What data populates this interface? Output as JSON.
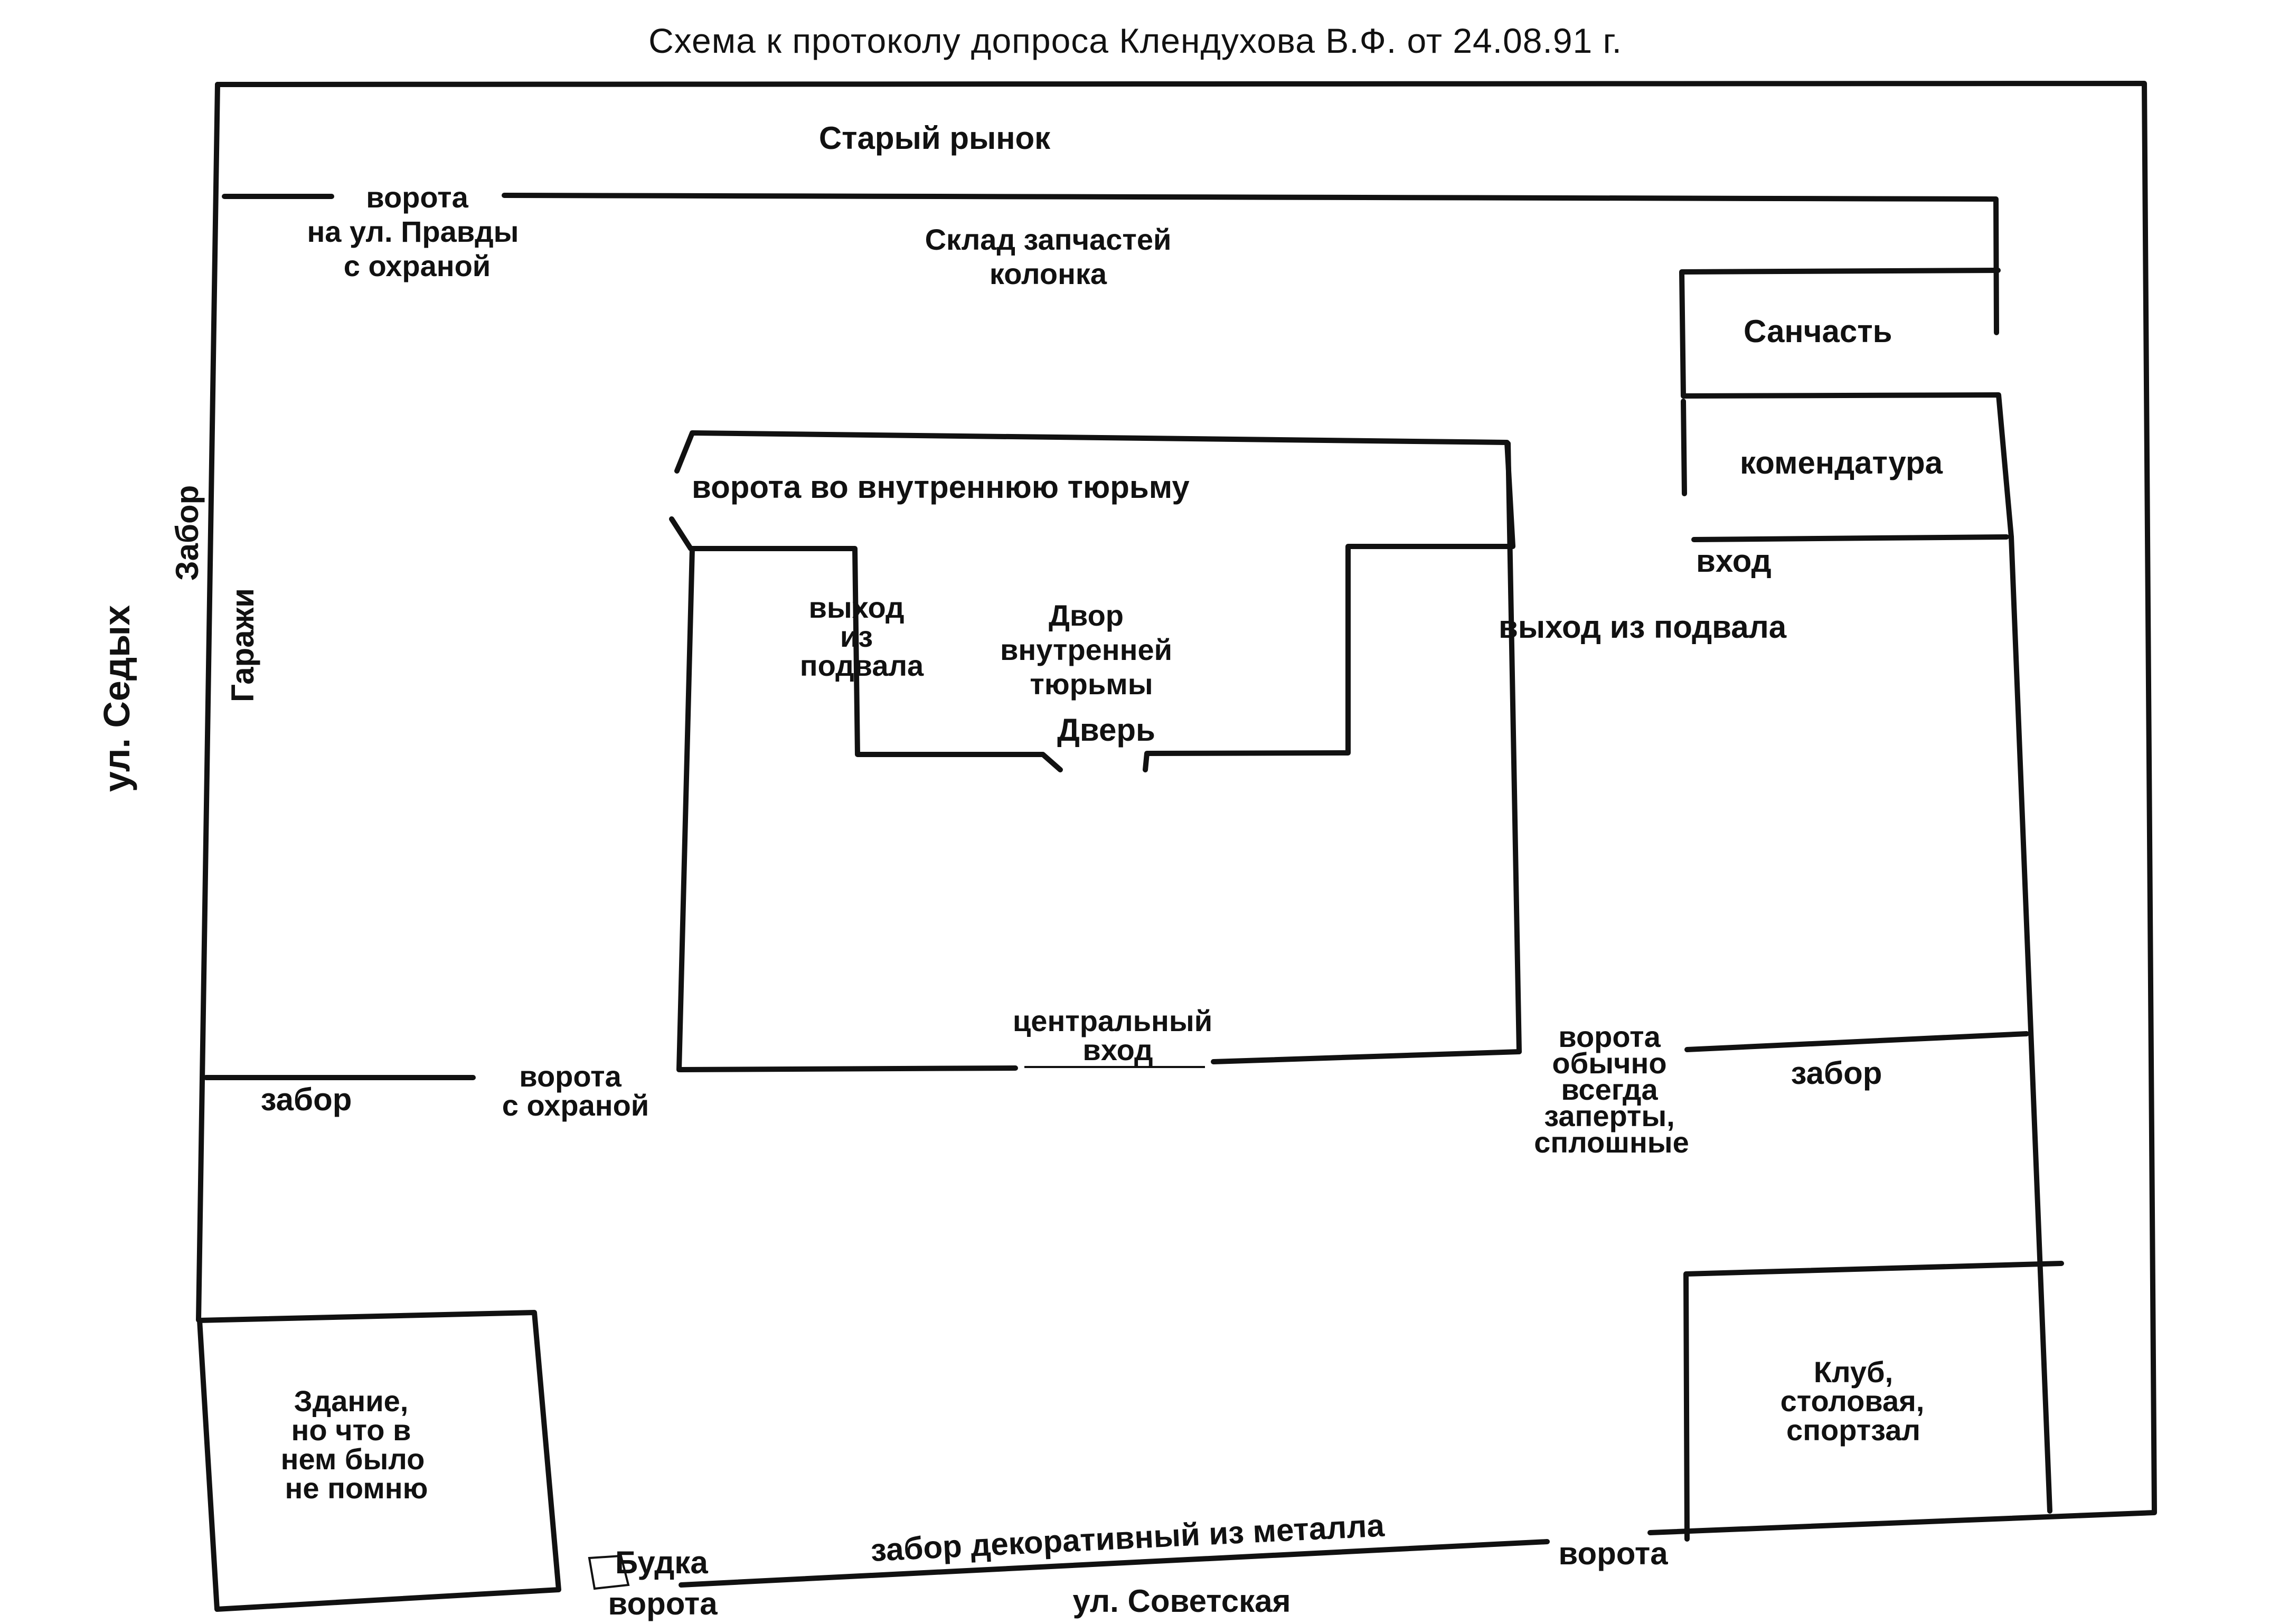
{
  "title": "Схема к протоколу допроса Клендухова В.Ф. от 24.08.91 г.",
  "labels": {
    "old_market": "Старый рынок",
    "gate_pravdy": [
      "ворота",
      "на ул. Правды",
      "с охраной"
    ],
    "warehouse": [
      "Склад запчастей",
      "колонка"
    ],
    "medical_unit": "Санчасть",
    "commandant": "комендатура",
    "entrance": "вход",
    "inner_prison_gate": "ворота во внутреннюю тюрьму",
    "fence_left": "Забор",
    "garages": "Гаражи",
    "sedykh_street": "ул. Седых",
    "basement_exit_left": [
      "выход",
      "из",
      "подвала"
    ],
    "yard": [
      "Двор",
      "внутренней",
      "тюрьмы"
    ],
    "door": "Дверь",
    "basement_exit_right": "выход из подвала",
    "central_entrance": [
      "центральный",
      "вход"
    ],
    "gate_right": [
      "ворота",
      "обычно",
      "всегда",
      "заперты,",
      "сплошные"
    ],
    "fence_right": "забор",
    "fence_lower_left": "забор",
    "gate_guarded": [
      "ворота",
      "с охраной"
    ],
    "building": [
      "Здание,",
      "но что в",
      "нем было",
      "не помню"
    ],
    "club": [
      "Клуб,",
      "столовая,",
      "спортзал"
    ],
    "decorative_fence": "забор декоративный из металла",
    "booth": "Будка",
    "gate_bottom_left": "ворота",
    "gate_bottom_right": "ворота",
    "sovetskaya_street": "ул. Советская"
  }
}
